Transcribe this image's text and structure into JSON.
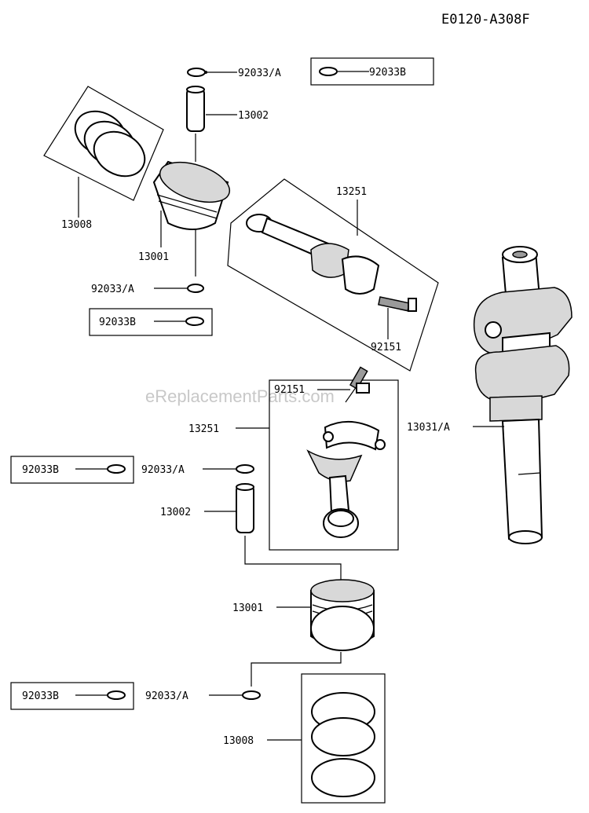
{
  "diagram_code": "E0120-A308F",
  "watermark": "eReplacementParts.com",
  "labels": {
    "snap_ring_a_top": "92033/A",
    "snap_ring_b_top": "92033B",
    "pin_top": "13002",
    "rings_top": "13008",
    "piston_top": "13001",
    "snap_ring_a_left": "92033/A",
    "snap_ring_b_left": "92033B",
    "rod_top": "13251",
    "bolt_top": "92151",
    "bolt_mid": "92151",
    "rod_mid": "13251",
    "crankshaft": "13031/A",
    "snap_ring_b_mid": "92033B",
    "snap_ring_a_mid": "92033/A",
    "pin_mid": "13002",
    "piston_bottom": "13001",
    "snap_ring_b_bottom": "92033B",
    "snap_ring_a_bottom": "92033/A",
    "rings_bottom": "13008"
  }
}
